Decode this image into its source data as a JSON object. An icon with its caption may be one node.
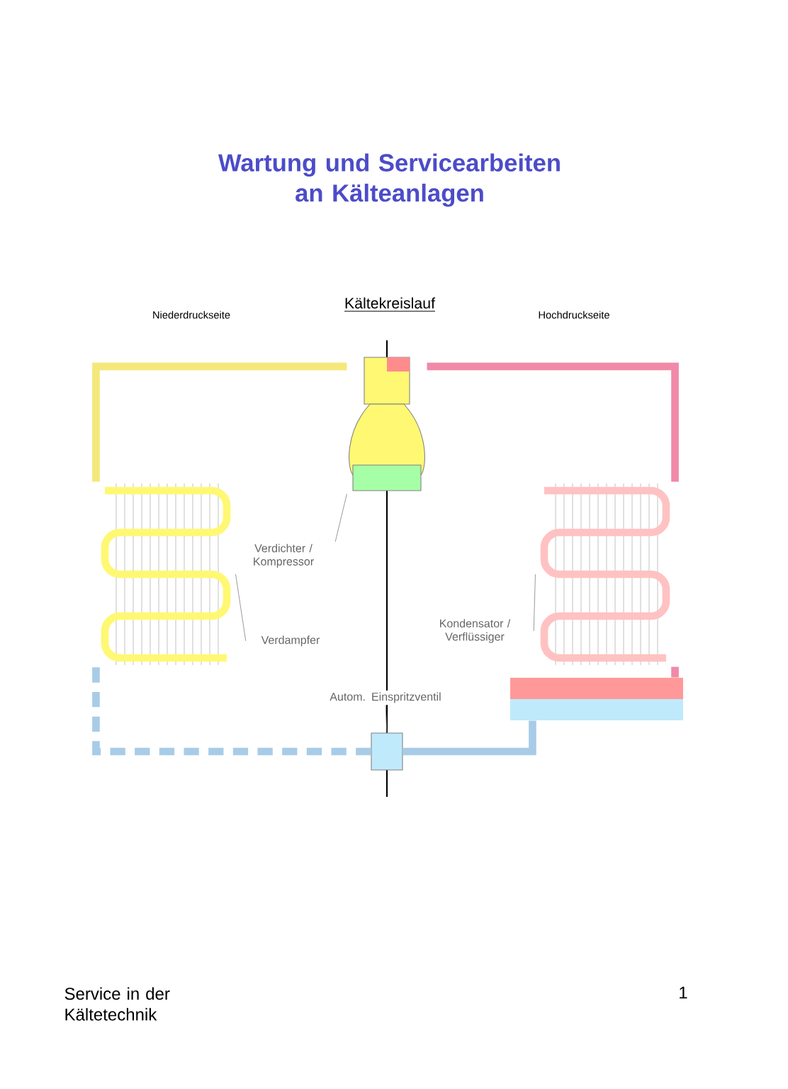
{
  "diagram": {
    "title": "Wartung und Servicearbeiten an Kälteanlagen",
    "nodes": [
      {
        "text": [],
        "shape": "compressor"
      },
      {
        "text": [],
        "shape": "coil"
      },
      {
        "text": [],
        "shape": "coil"
      },
      {
        "text": [],
        "shape": "tank"
      },
      {
        "text": [],
        "shape": "valve"
      },
      {
        "text": [
          "Verdichter / Kompressor"
        ]
      },
      {
        "text": [
          "Verdampfer"
        ]
      },
      {
        "text": [
          "Kondensator / Verflüssiger"
        ]
      },
      {
        "text": [
          "Autom. Einspritzventil"
        ]
      }
    ],
    "edges": [
      {
        "from": 0,
        "to": 2,
        "arrow": "none",
        "color": "#f08aa8"
      },
      {
        "from": 2,
        "to": 3,
        "arrow": "none",
        "color": "#f08aa8"
      },
      {
        "from": 3,
        "to": 4,
        "arrow": "none",
        "color": "#a8cce8"
      },
      {
        "from": 4,
        "to": 1,
        "arrow": "none",
        "style": "dashed",
        "color": "#a8cce8"
      },
      {
        "from": 1,
        "to": 0,
        "arrow": "none",
        "color": "#f5e87a"
      },
      {
        "from": 5,
        "to": 0,
        "arrow": "none"
      },
      {
        "from": 6,
        "to": 1,
        "arrow": "none"
      },
      {
        "from": 7,
        "to": 2,
        "arrow": "none"
      },
      {
        "from": 8,
        "to": 4,
        "arrow": "none"
      }
    ],
    "labels": [
      "Kältekreislauf",
      "Niederdruckseite",
      "Hochdruckseite",
      "Service in der Kältetechnik",
      "1"
    ]
  }
}
